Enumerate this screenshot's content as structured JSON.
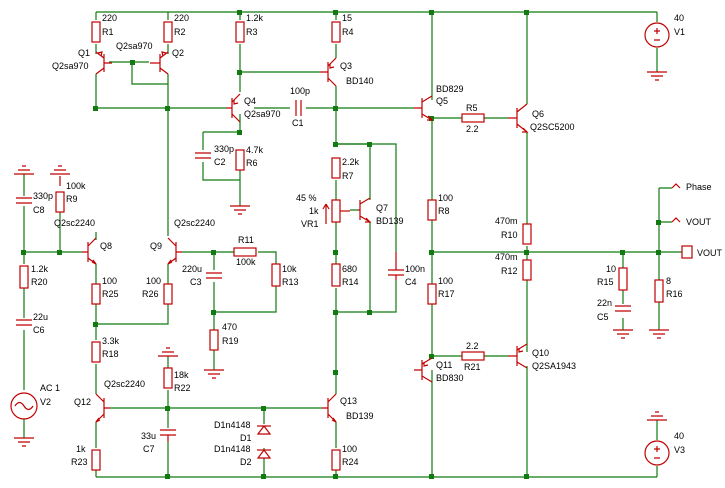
{
  "colors": {
    "wire": "#117a11",
    "component": "#c00000",
    "text": "#000000",
    "background": "#ffffff"
  },
  "resistors": [
    {
      "id": "R1",
      "value": "220"
    },
    {
      "id": "R2",
      "value": "220"
    },
    {
      "id": "R3",
      "value": "1.2k"
    },
    {
      "id": "R4",
      "value": "15"
    },
    {
      "id": "R5",
      "value": "2.2"
    },
    {
      "id": "R6",
      "value": "4.7k"
    },
    {
      "id": "R7",
      "value": "2.2k"
    },
    {
      "id": "R8",
      "value": "100"
    },
    {
      "id": "R9",
      "value": "100k"
    },
    {
      "id": "R10",
      "value": "470m"
    },
    {
      "id": "R11",
      "value": "100k"
    },
    {
      "id": "R12",
      "value": "470m"
    },
    {
      "id": "R13",
      "value": "10k"
    },
    {
      "id": "R14",
      "value": "680"
    },
    {
      "id": "R15",
      "value": "10"
    },
    {
      "id": "R16",
      "value": "8"
    },
    {
      "id": "R17",
      "value": "100"
    },
    {
      "id": "R18",
      "value": "3.3k"
    },
    {
      "id": "R19",
      "value": "470"
    },
    {
      "id": "R20",
      "value": "1.2k"
    },
    {
      "id": "R21",
      "value": "2.2"
    },
    {
      "id": "R22",
      "value": "18k"
    },
    {
      "id": "R23",
      "value": "1k"
    },
    {
      "id": "R24",
      "value": "100"
    },
    {
      "id": "R25",
      "value": "100"
    },
    {
      "id": "R26",
      "value": "100"
    }
  ],
  "capacitors": [
    {
      "id": "C1",
      "value": "100p"
    },
    {
      "id": "C2",
      "value": "330p"
    },
    {
      "id": "C3",
      "value": "220u"
    },
    {
      "id": "C4",
      "value": "100n"
    },
    {
      "id": "C5",
      "value": "22n"
    },
    {
      "id": "C6",
      "value": "22u"
    },
    {
      "id": "C7",
      "value": "33u"
    },
    {
      "id": "C8",
      "value": "330p"
    }
  ],
  "transistors": [
    {
      "id": "Q1",
      "model": "Q2sa970"
    },
    {
      "id": "Q2",
      "model": "Q2sa970"
    },
    {
      "id": "Q3",
      "model": "BD140"
    },
    {
      "id": "Q4",
      "model": "Q2sa970"
    },
    {
      "id": "Q5",
      "model": "BD829"
    },
    {
      "id": "Q6",
      "model": "Q2SC5200"
    },
    {
      "id": "Q7",
      "model": "BD139"
    },
    {
      "id": "Q8",
      "model": "Q2sc2240"
    },
    {
      "id": "Q9",
      "model": "Q2sc2240"
    },
    {
      "id": "Q10",
      "model": "Q2SA1943"
    },
    {
      "id": "Q11",
      "model": "BD830"
    },
    {
      "id": "Q12",
      "model": "Q2sc2240"
    },
    {
      "id": "Q13",
      "model": "BD139"
    }
  ],
  "diodes": [
    {
      "id": "D1",
      "model": "D1n4148"
    },
    {
      "id": "D2",
      "model": "D1n4148"
    }
  ],
  "potentiometer": {
    "id": "VR1",
    "value": "1k",
    "setting": "45 %"
  },
  "sources": [
    {
      "id": "V1",
      "value": "40"
    },
    {
      "id": "V2",
      "value": "AC 1"
    },
    {
      "id": "V3",
      "value": "40"
    }
  ],
  "pins": {
    "phase": "Phase",
    "vout_probe": "VOUT",
    "vout_out": "VOUT"
  }
}
